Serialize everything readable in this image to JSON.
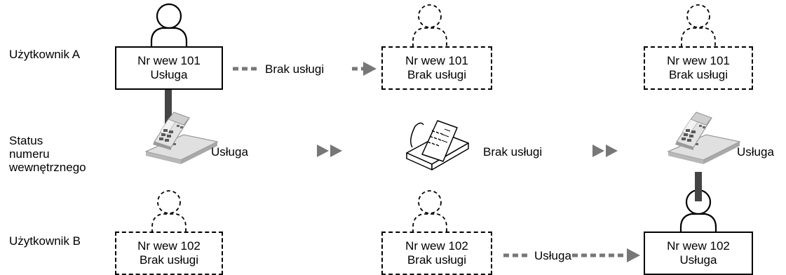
{
  "row_labels": {
    "user_a": "Użytkownik A",
    "status": "Status\nnumeru\nwewnętrznego",
    "user_b": "Użytkownik B"
  },
  "stage1": {
    "user_a_box": {
      "line1": "Nr wew 101",
      "line2": "Usługa",
      "style": "solid"
    },
    "arrow_label": "Brak usługi",
    "phone_status": "Usługa",
    "user_b_box": {
      "line1": "Nr wew 102",
      "line2": "Brak usługi",
      "style": "dashed"
    }
  },
  "stage2": {
    "user_a_box": {
      "line1": "Nr wew 101",
      "line2": "Brak usługi",
      "style": "dashed"
    },
    "phone_status": "Brak usługi",
    "user_b_box": {
      "line1": "Nr wew 102",
      "line2": "Brak usługi",
      "style": "dashed"
    },
    "arrow_label": "Usługa"
  },
  "stage3": {
    "user_a_box": {
      "line1": "Nr wew 101",
      "line2": "Brak usługi",
      "style": "dashed"
    },
    "phone_status": "Usługa",
    "user_b_box": {
      "line1": "Nr wew 102",
      "line2": "Usługa",
      "style": "solid"
    }
  },
  "colors": {
    "arrow": "#777777",
    "phone_base": "#c8c8c8",
    "line": "#000000"
  },
  "icons": [
    "person-icon",
    "telephone-icon",
    "double-arrow-icon",
    "dashed-arrow-icon"
  ]
}
